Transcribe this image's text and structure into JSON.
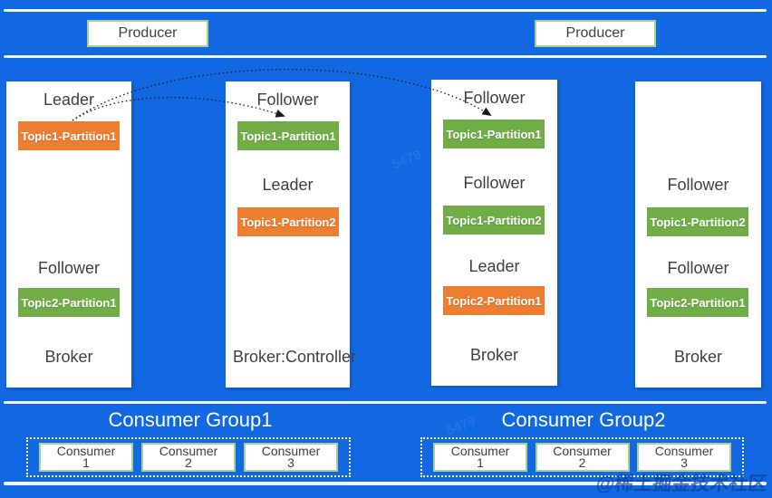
{
  "colors": {
    "background": "#1268E1",
    "leader_partition": "#ED7D31",
    "follower_partition": "#70AD47",
    "box_border_green": "#A9D18E",
    "separator_line": "#FFFFFF",
    "label_text": "#404040"
  },
  "producers": [
    {
      "label": "Producer"
    },
    {
      "label": "Producer"
    }
  ],
  "brokers": [
    {
      "footer": "Broker",
      "sections": [
        {
          "row": 0,
          "role": "Leader",
          "partition": "Topic1-Partition1",
          "kind": "leader"
        },
        {
          "row": 2,
          "role": "Follower",
          "partition": "Topic2-Partition1",
          "kind": "follower"
        }
      ]
    },
    {
      "footer": "Broker:Controller",
      "sections": [
        {
          "row": 0,
          "role": "Follower",
          "partition": "Topic1-Partition1",
          "kind": "follower"
        },
        {
          "row": 1,
          "role": "Leader",
          "partition": "Topic1-Partition2",
          "kind": "leader"
        }
      ]
    },
    {
      "footer": "Broker",
      "sections": [
        {
          "row": 0,
          "role": "Follower",
          "partition": "Topic1-Partition1",
          "kind": "follower"
        },
        {
          "row": 1,
          "role": "Follower",
          "partition": "Topic1-Partition2",
          "kind": "follower"
        },
        {
          "row": 2,
          "role": "Leader",
          "partition": "Topic2-Partition1",
          "kind": "leader"
        }
      ]
    },
    {
      "footer": "Broker",
      "sections": [
        {
          "row": 1,
          "role": "Follower",
          "partition": "Topic1-Partition2",
          "kind": "follower"
        },
        {
          "row": 2,
          "role": "Follower",
          "partition": "Topic2-Partition1",
          "kind": "follower"
        }
      ]
    }
  ],
  "arrows": [
    {
      "from": "broker1-leader-topic1-partition1",
      "to": "broker2-follower-topic1-partition1",
      "style": "dotted-curve"
    },
    {
      "from": "broker1-leader-topic1-partition1",
      "to": "broker3-follower-topic1-partition1",
      "style": "dotted-curve"
    }
  ],
  "consumer_groups": [
    {
      "title": "Consumer Group1",
      "consumers": [
        "Consumer 1",
        "Consumer 2",
        "Consumer 3"
      ]
    },
    {
      "title": "Consumer Group2",
      "consumers": [
        "Consumer 1",
        "Consumer 2",
        "Consumer 3"
      ]
    }
  ],
  "watermarks": {
    "corner": "@稀土掘金技术社区",
    "faint": "5479"
  }
}
